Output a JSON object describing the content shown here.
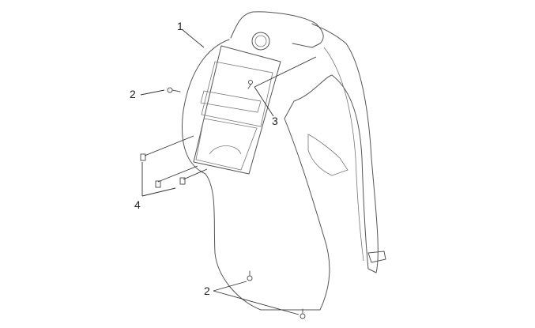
{
  "diagram": {
    "type": "exploded parts view",
    "callouts": [
      {
        "id": "1",
        "label": "1"
      },
      {
        "id": "2a",
        "label": "2"
      },
      {
        "id": "3",
        "label": "3"
      },
      {
        "id": "4",
        "label": "4"
      },
      {
        "id": "2b",
        "label": "2"
      }
    ],
    "line_color": "#555555",
    "background": "#ffffff"
  }
}
